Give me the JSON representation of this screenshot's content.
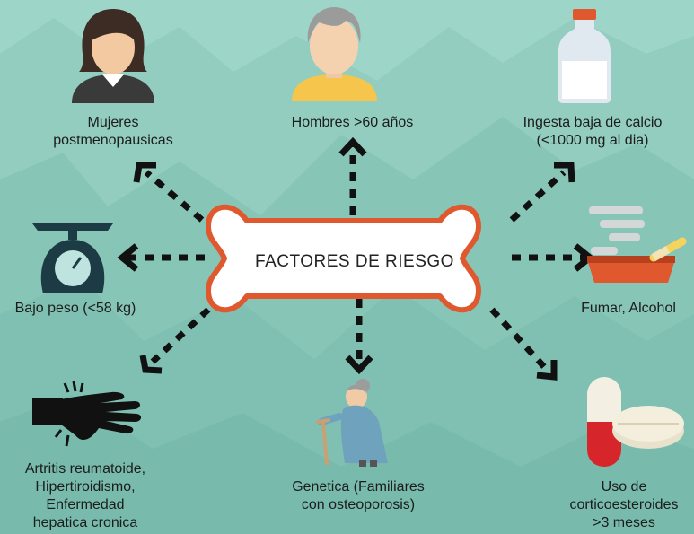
{
  "center": {
    "title": "FACTORES DE RIESGO"
  },
  "factors": {
    "women": {
      "line1": "Mujeres",
      "line2": "postmenopausicas"
    },
    "men": {
      "line1": "Hombres >60 años"
    },
    "calcium": {
      "line1": "Ingesta baja de calcio",
      "line2": "(<1000 mg al dia)"
    },
    "weight": {
      "line1": "Bajo peso (<58 kg)"
    },
    "smoking": {
      "line1": "Fumar, Alcohol"
    },
    "diseases": {
      "line1": "Artritis reumatoide,",
      "line2": "Hipertiroidismo,",
      "line3": "Enfermedad",
      "line4": "hepatica cronica"
    },
    "genetics": {
      "line1": "Genetica (Familiares",
      "line2": "con osteoporosis)"
    },
    "steroids": {
      "line1": "Uso de",
      "line2": "corticoesteroides",
      "line3": ">3 meses"
    }
  },
  "colors": {
    "background": "#9ad3c6",
    "bone_outline": "#e0582e",
    "arrow": "#111111"
  },
  "icons": {
    "women": "woman-avatar-icon",
    "men": "elderly-man-avatar-icon",
    "calcium": "milk-bottle-icon",
    "weight": "scale-icon",
    "smoking": "cigarette-ashtray-icon",
    "diseases": "arthritic-hand-icon",
    "genetics": "elderly-woman-cane-icon",
    "steroids": "pills-icon"
  }
}
